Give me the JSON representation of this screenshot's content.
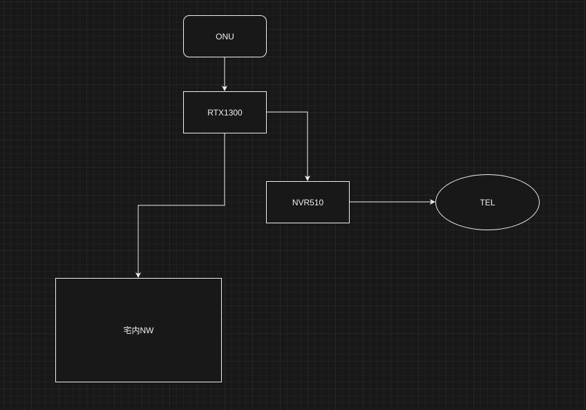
{
  "diagram": {
    "stroke_color": "#f0f0f0",
    "background_color": "#181818",
    "nodes": {
      "onu": "ONU",
      "rtx": "RTX1300",
      "nvr": "NVR510",
      "tel": "TEL",
      "home": "宅内NW"
    },
    "edges": [
      {
        "from": "ONU",
        "to": "RTX1300"
      },
      {
        "from": "RTX1300",
        "to": "NVR510"
      },
      {
        "from": "RTX1300",
        "to": "宅内NW"
      },
      {
        "from": "NVR510",
        "to": "TEL"
      }
    ]
  }
}
